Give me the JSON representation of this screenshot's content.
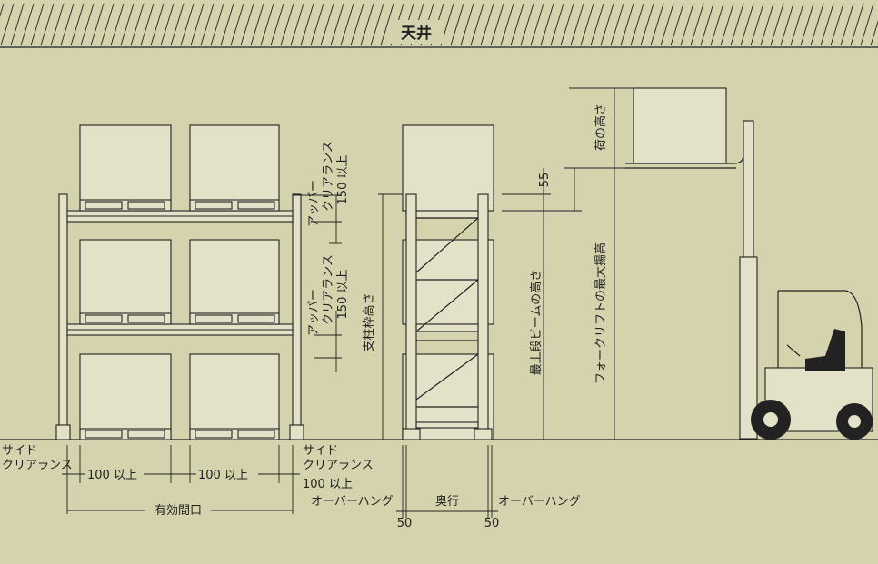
{
  "ceiling_label": "天井",
  "rack_front": {
    "upper_clearance_top": [
      "アッパー",
      "クリアランス",
      "150 以上"
    ],
    "upper_clearance_mid": [
      "アッパー",
      "クリアランス",
      "150 以上"
    ],
    "column_height": "支柱枠高さ",
    "side_clearance_left": [
      "サイド",
      "クリアランス"
    ],
    "side_clearance_right": [
      "サイド",
      "クリアランス"
    ],
    "gap_left": "100 以上",
    "gap_mid": "100 以上",
    "gap_right": "100 以上",
    "effective_width": "有効間口"
  },
  "rack_side": {
    "overhang_left": "オーバーハング",
    "depth": "奥行",
    "overhang_right": "オーバーハング",
    "overhang_left_value": "50",
    "overhang_right_value": "50",
    "top_gap": "55",
    "top_beam_height": "最上段ビームの高さ"
  },
  "forklift": {
    "load_height": "荷の高さ",
    "max_lift_height": "フォークリフトの最大揚高"
  },
  "colors": {
    "background": "#d5d3ad",
    "line": "#222222",
    "load_fill": "#e3e1c8"
  }
}
